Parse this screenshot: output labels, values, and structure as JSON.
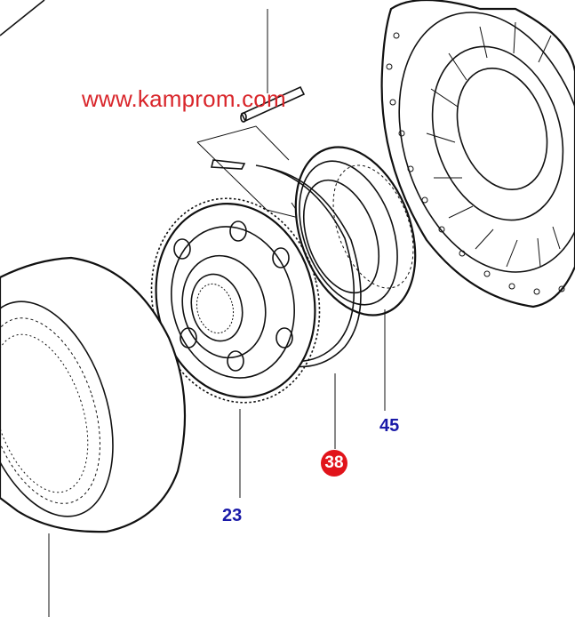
{
  "watermark": "www.kamprom.com",
  "callouts": {
    "c45": "45",
    "c23": "23",
    "c38": "38"
  },
  "colors": {
    "watermark": "#d9262b",
    "callout_text": "#1a1aa8",
    "highlight_badge": "#e1141b",
    "line": "#111111"
  }
}
